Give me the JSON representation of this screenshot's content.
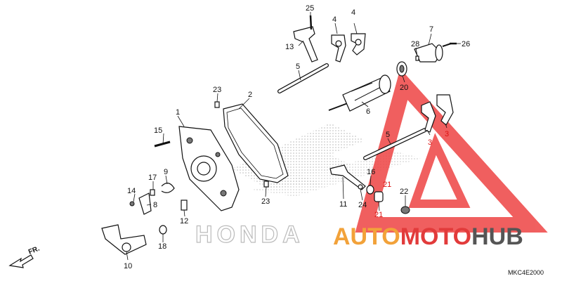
{
  "diagram": {
    "code": "MKC4E2000",
    "front_label": "FR.",
    "background_brand": "HONDA",
    "watermark": {
      "prefix": "AUTO",
      "middle": "MOTO",
      "suffix": "HUB",
      "colors": {
        "orange": "#f2a23a",
        "red": "#e23b3b",
        "gray": "#555555"
      }
    },
    "callouts": [
      {
        "id": "c1",
        "text": "1"
      },
      {
        "id": "c2",
        "text": "2"
      },
      {
        "id": "c3a",
        "text": "3"
      },
      {
        "id": "c3b",
        "text": "3"
      },
      {
        "id": "c4a",
        "text": "4"
      },
      {
        "id": "c4b",
        "text": "4"
      },
      {
        "id": "c5a",
        "text": "5"
      },
      {
        "id": "c5b",
        "text": "5"
      },
      {
        "id": "c6",
        "text": "6"
      },
      {
        "id": "c7",
        "text": "7"
      },
      {
        "id": "c8",
        "text": "8"
      },
      {
        "id": "c9",
        "text": "9"
      },
      {
        "id": "c10",
        "text": "10"
      },
      {
        "id": "c11",
        "text": "11"
      },
      {
        "id": "c12",
        "text": "12"
      },
      {
        "id": "c13",
        "text": "13"
      },
      {
        "id": "c14",
        "text": "14"
      },
      {
        "id": "c15",
        "text": "15"
      },
      {
        "id": "c16",
        "text": "16"
      },
      {
        "id": "c17",
        "text": "17"
      },
      {
        "id": "c18",
        "text": "18"
      },
      {
        "id": "c20",
        "text": "20"
      },
      {
        "id": "c21a",
        "text": "21"
      },
      {
        "id": "c21b",
        "text": "21"
      },
      {
        "id": "c22",
        "text": "22"
      },
      {
        "id": "c23a",
        "text": "23"
      },
      {
        "id": "c23b",
        "text": "23"
      },
      {
        "id": "c24",
        "text": "24"
      },
      {
        "id": "c25",
        "text": "25"
      },
      {
        "id": "c26",
        "text": "26"
      },
      {
        "id": "c28",
        "text": "28"
      }
    ]
  }
}
